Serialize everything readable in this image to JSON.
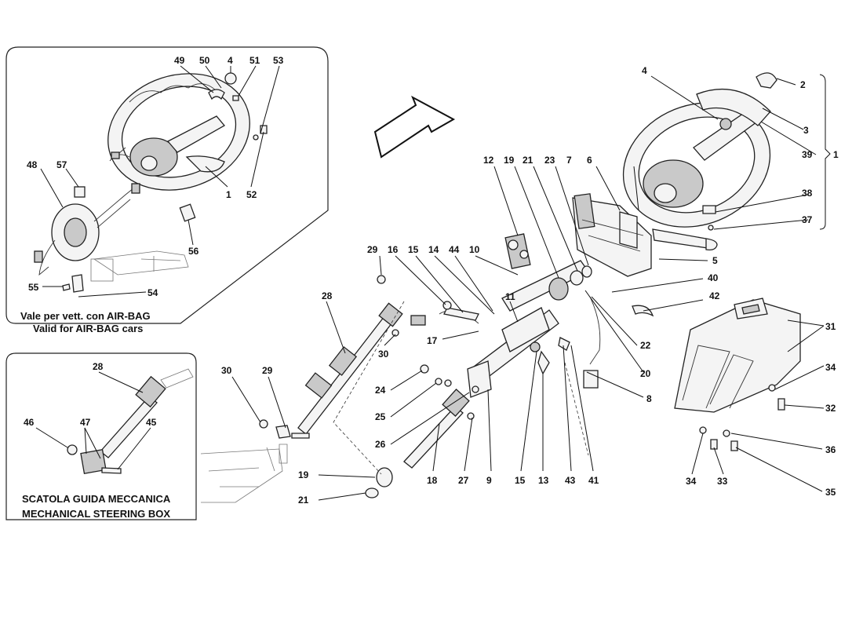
{
  "insets": {
    "airbag": {
      "caption_it": "Vale per vett. con AIR-BAG",
      "caption_en": "Valid for AIR-BAG cars"
    },
    "steering_box": {
      "caption_it": "SCATOLA GUIDA MECCANICA",
      "caption_en": "MECHANICAL STEERING BOX"
    }
  },
  "group_bracket_label": "1",
  "callouts": {
    "airbag": [
      "49",
      "50",
      "4",
      "51",
      "53",
      "48",
      "57",
      "1",
      "52",
      "56",
      "55",
      "54"
    ],
    "steering_box": [
      "28",
      "46",
      "47",
      "45"
    ],
    "top_right": [
      "4",
      "2",
      "3",
      "39",
      "38",
      "37",
      "5",
      "7",
      "6"
    ],
    "column": [
      "12",
      "19",
      "21",
      "23",
      "29",
      "16",
      "15",
      "14",
      "44",
      "10",
      "11",
      "17",
      "40",
      "42",
      "22",
      "20",
      "8",
      "41",
      "43",
      "13",
      "9",
      "15",
      "27",
      "26",
      "25",
      "24",
      "18",
      "19",
      "21",
      "28",
      "30",
      "30",
      "29"
    ],
    "support": [
      "31",
      "34",
      "32",
      "36",
      "35",
      "34",
      "33"
    ]
  }
}
